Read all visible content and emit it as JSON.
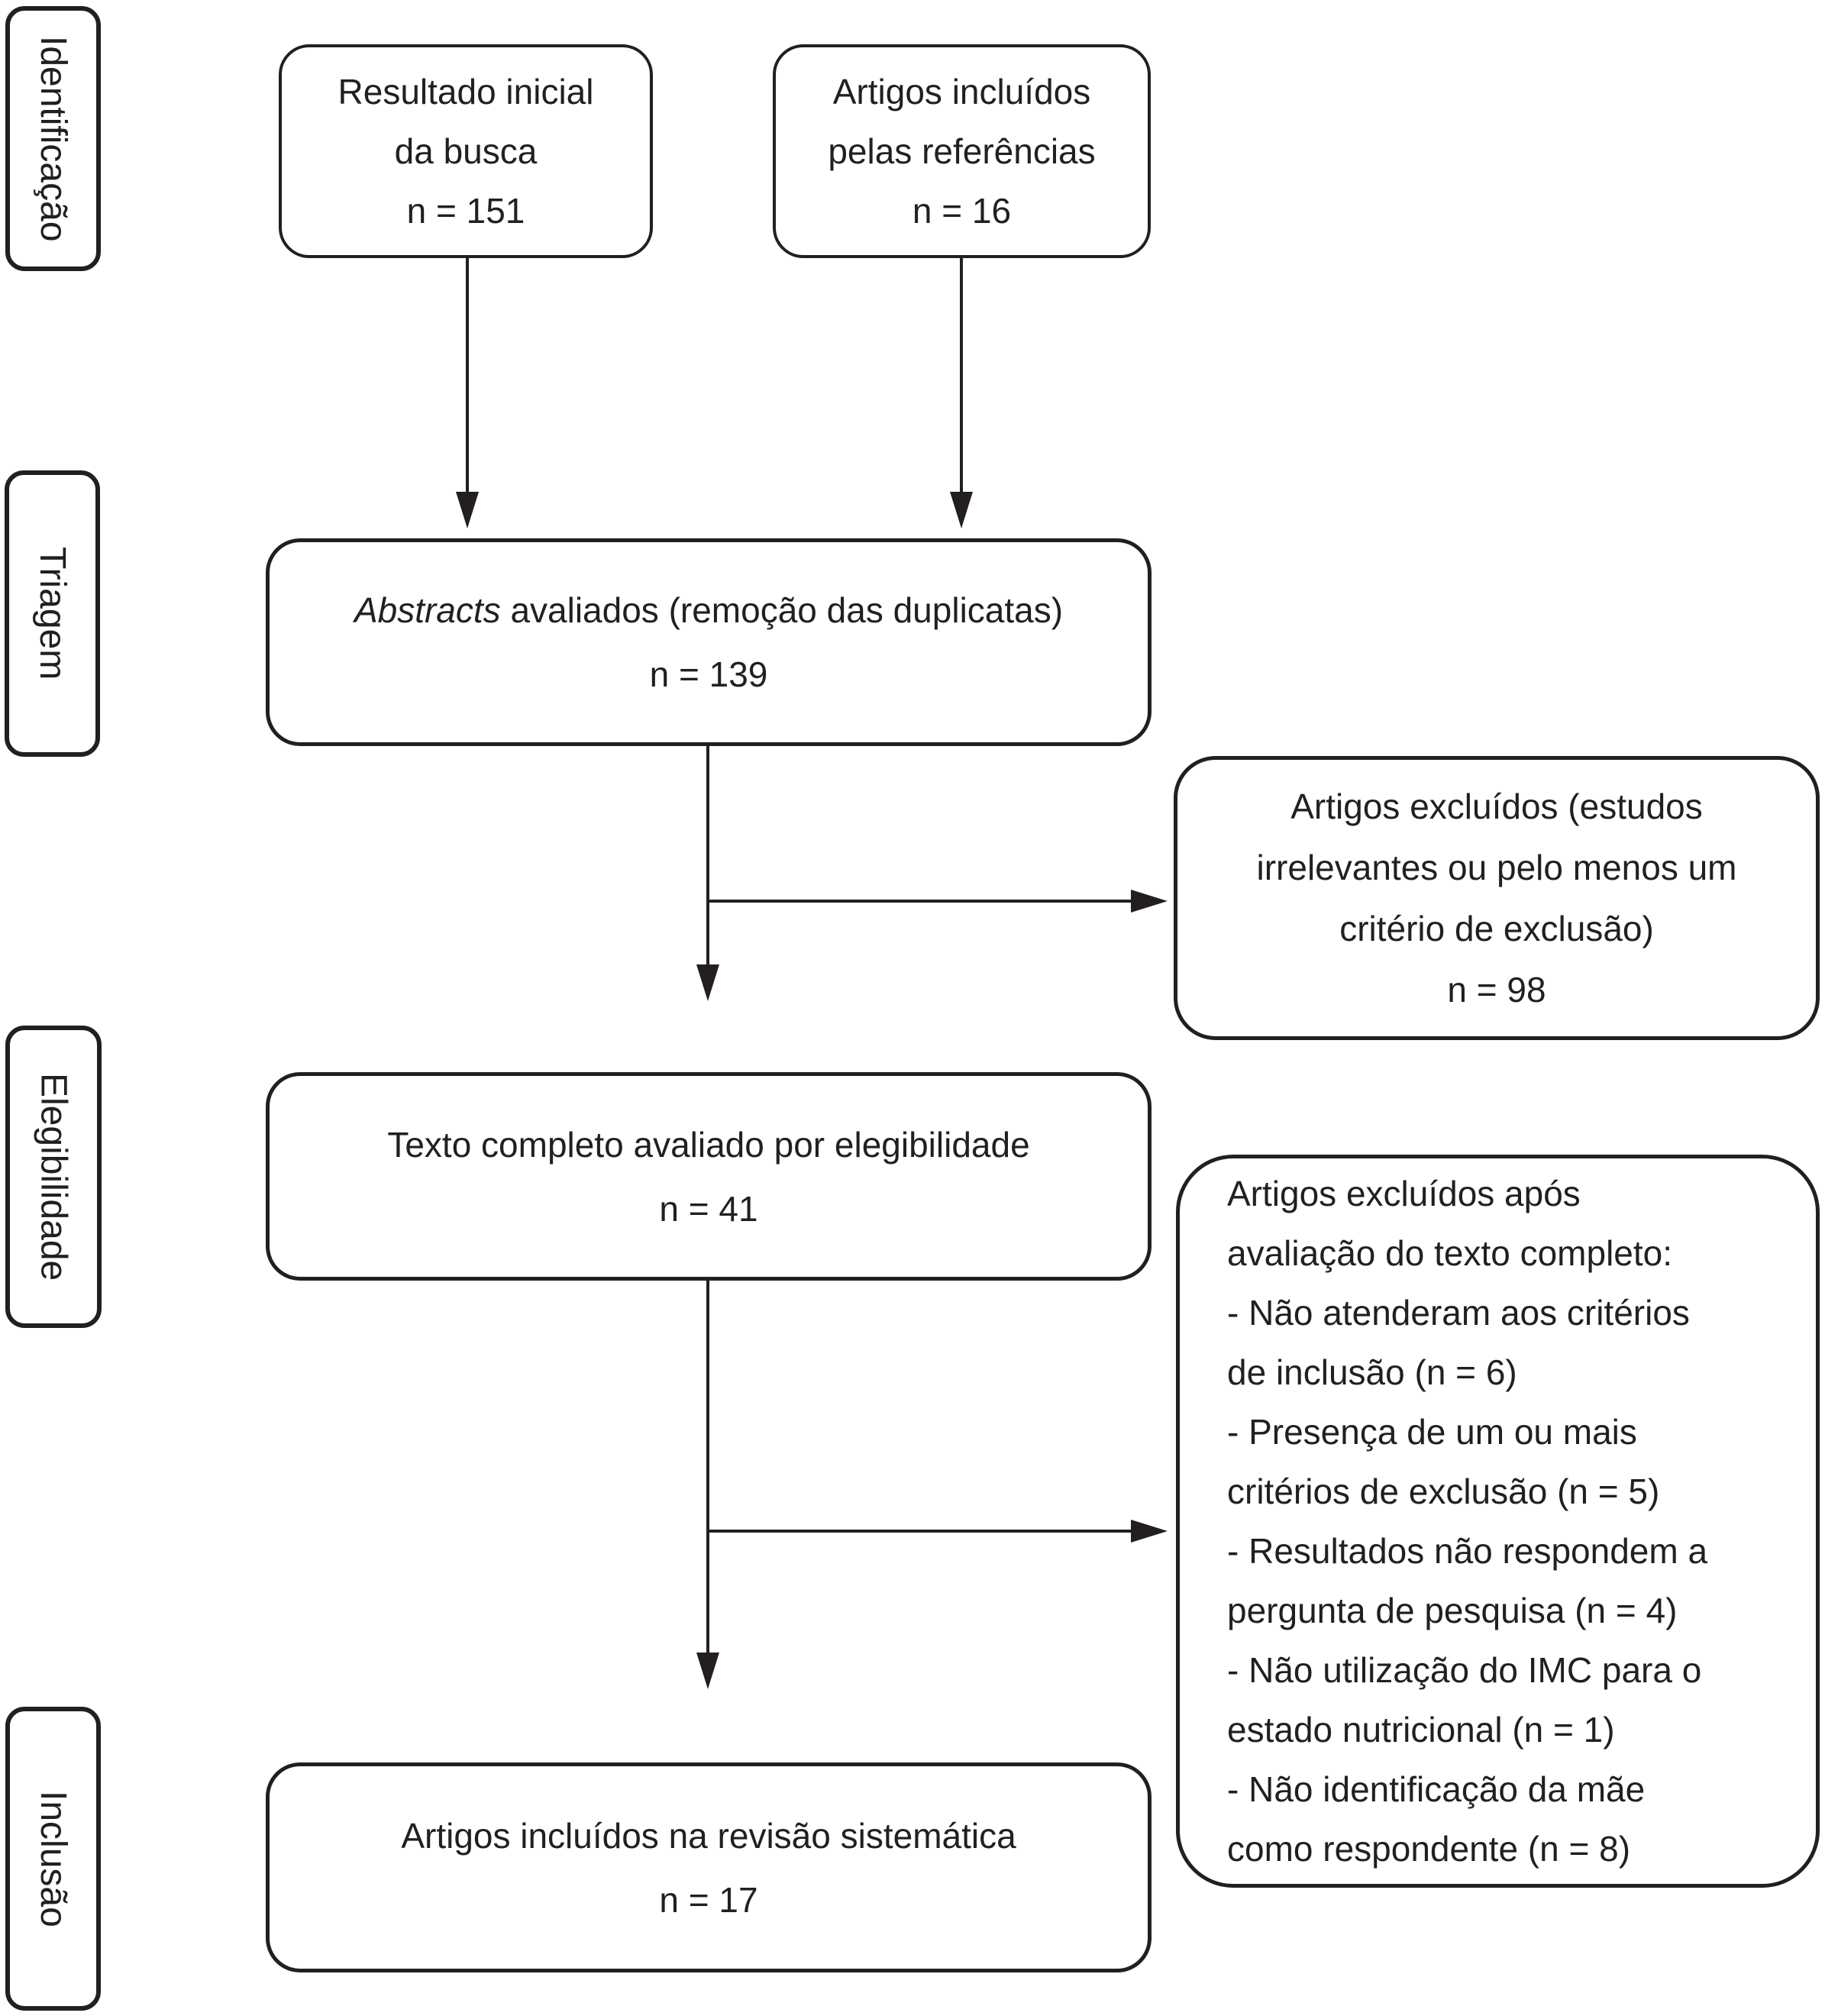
{
  "diagram": {
    "stages": [
      {
        "label": "Identificação"
      },
      {
        "label": "Triagem"
      },
      {
        "label": "Elegibilidade"
      },
      {
        "label": "Inclusão"
      }
    ],
    "boxes": {
      "initial_search": {
        "lines": [
          "Resultado inicial",
          "da busca",
          "n = 151"
        ]
      },
      "references": {
        "lines": [
          "Artigos incluídos",
          "pelas referências",
          "n = 16"
        ]
      },
      "abstracts": {
        "line1_italic": "Abstracts",
        "line1_rest": " avaliados (remoção das duplicatas)",
        "line2": "n = 139"
      },
      "excluded_abstracts": {
        "lines": [
          "Artigos excluídos (estudos",
          "irrelevantes ou pelo menos um",
          "critério de exclusão)",
          "n = 98"
        ]
      },
      "full_text": {
        "lines": [
          "Texto completo avaliado por elegibilidade",
          "n = 41"
        ]
      },
      "excluded_full_text": {
        "lines": [
          "Artigos excluídos após",
          "avaliação do texto completo:",
          "- Não atenderam aos critérios",
          "de inclusão (n = 6)",
          "- Presença de um ou mais",
          "critérios de exclusão (n = 5)",
          "- Resultados não respondem a",
          "pergunta de pesquisa (n = 4)",
          "- Não utilização do IMC para o",
          "estado nutricional (n = 1)",
          "- Não identificação da mãe",
          "como respondente (n = 8)"
        ]
      },
      "included": {
        "lines": [
          "Artigos incluídos na revisão sistemática",
          "n = 17"
        ]
      }
    }
  },
  "colors": {
    "ink": "#231f20",
    "background": "#ffffff"
  }
}
